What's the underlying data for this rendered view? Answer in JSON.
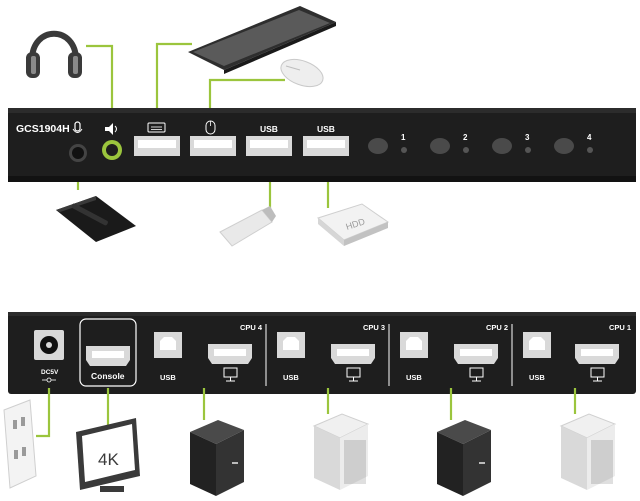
{
  "front_panel": {
    "model": "GCS1904H",
    "usb_label_1": "USB",
    "usb_label_2": "USB",
    "port_buttons": [
      "1",
      "2",
      "3",
      "4"
    ]
  },
  "devices": {
    "storage": "HDD",
    "monitor": "4K"
  },
  "rear_panel": {
    "power_label": "DC5V",
    "console_label": "Console",
    "cpu_groups": [
      {
        "cpu": "CPU 4",
        "usb": "USB"
      },
      {
        "cpu": "CPU 3",
        "usb": "USB"
      },
      {
        "cpu": "CPU 2",
        "usb": "USB"
      },
      {
        "cpu": "CPU 1",
        "usb": "USB"
      }
    ]
  },
  "colors": {
    "cable": "#9bc53d",
    "panel": "#1e1e1e",
    "port": "#d9d9d9"
  }
}
